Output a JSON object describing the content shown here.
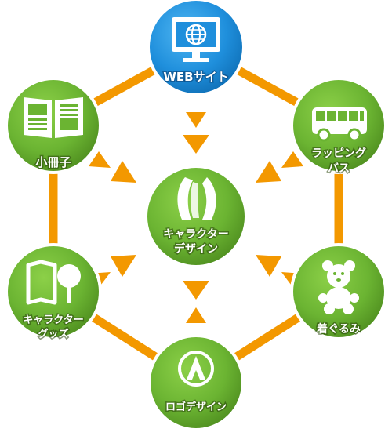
{
  "colors": {
    "connector": "#f39800",
    "green": "#6bb432",
    "green_dark": "#4e8d1f",
    "blue": "#1f8fdc",
    "blue_dark": "#0f6fb6",
    "white": "#ffffff"
  },
  "nodes": {
    "web": {
      "label": "WEBサイト",
      "icon": "monitor-globe-icon"
    },
    "booklet": {
      "label": "小冊子",
      "icon": "open-book-icon"
    },
    "wrapping_bus": {
      "label_line1": "ラッピング",
      "label_line2": "バス",
      "icon": "bus-icon"
    },
    "character_design": {
      "label_line1": "キャラクター",
      "label_line2": "デザイン",
      "icon": "pen-nib-icon"
    },
    "character_goods": {
      "label_line1": "キャラクター",
      "label_line2": "グッズ",
      "icon": "goods-icon"
    },
    "costume": {
      "label": "着ぐるみ",
      "icon": "teddy-bear-icon"
    },
    "logo_design": {
      "label": "ロゴデザイン",
      "icon": "logo-badge-icon"
    }
  }
}
